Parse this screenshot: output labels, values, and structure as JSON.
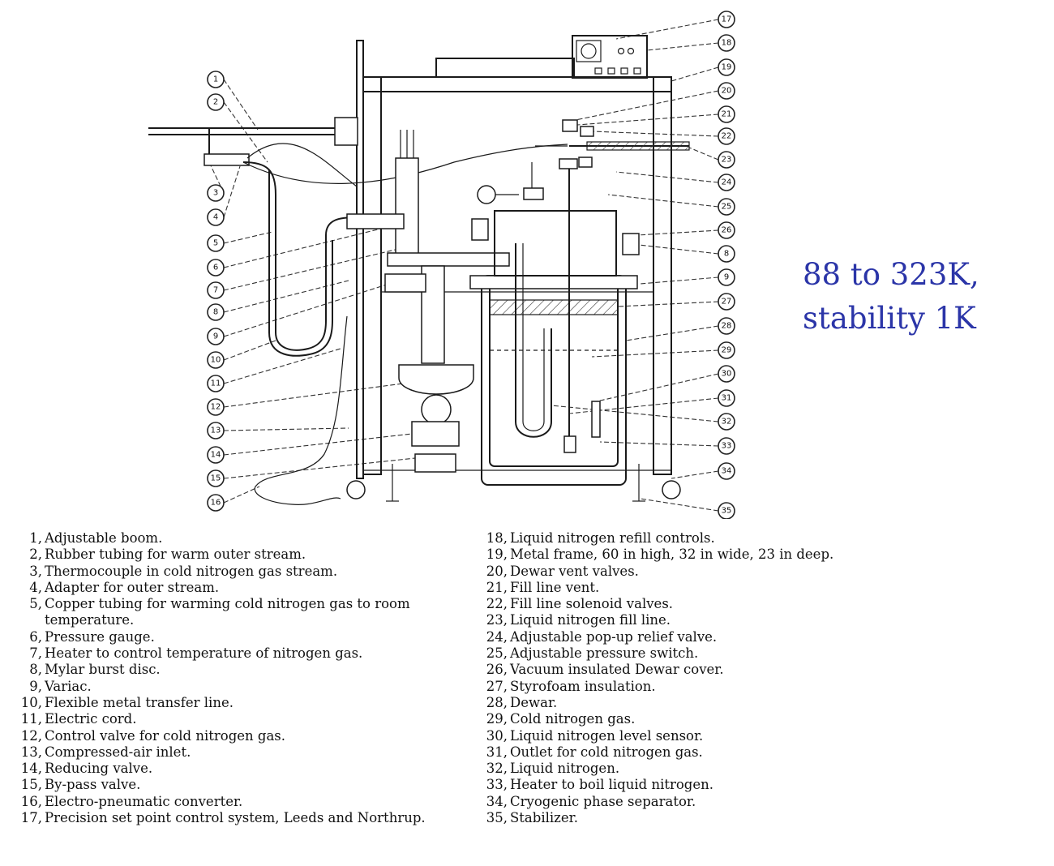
{
  "annotation": {
    "line1": "88 to 323K,",
    "line2": "stability 1K"
  },
  "callouts_left": [
    "1",
    "2",
    "3",
    "4",
    "5",
    "6",
    "7",
    "8",
    "9",
    "10",
    "11",
    "12",
    "13",
    "14",
    "15",
    "16"
  ],
  "callouts_right": [
    "17",
    "18",
    "19",
    "20",
    "21",
    "22",
    "23",
    "24",
    "25",
    "26",
    "8",
    "9",
    "27",
    "28",
    "29",
    "30",
    "31",
    "32",
    "33",
    "34",
    "35"
  ],
  "legend_left": [
    {
      "num": "1,",
      "text": "Adjustable boom."
    },
    {
      "num": "2,",
      "text": "Rubber tubing for warm outer stream."
    },
    {
      "num": "3,",
      "text": "Thermocouple in cold nitrogen gas stream."
    },
    {
      "num": "4,",
      "text": "Adapter for outer stream."
    },
    {
      "num": "5,",
      "text": "Copper tubing for warming cold nitrogen gas to room temperature."
    },
    {
      "num": "6,",
      "text": "Pressure gauge."
    },
    {
      "num": "7,",
      "text": "Heater to control temperature of nitrogen gas."
    },
    {
      "num": "8,",
      "text": "Mylar burst disc."
    },
    {
      "num": "9,",
      "text": "Variac."
    },
    {
      "num": "10,",
      "text": "Flexible metal transfer line."
    },
    {
      "num": "11,",
      "text": "Electric cord."
    },
    {
      "num": "12,",
      "text": "Control valve for cold nitrogen gas."
    },
    {
      "num": "13,",
      "text": "Compressed-air inlet."
    },
    {
      "num": "14,",
      "text": "Reducing valve."
    },
    {
      "num": "15,",
      "text": "By-pass valve."
    },
    {
      "num": "16,",
      "text": "Electro-pneumatic converter."
    },
    {
      "num": "17,",
      "text": "Precision set point control system, Leeds and Northrup."
    }
  ],
  "legend_right": [
    {
      "num": "18,",
      "text": "Liquid nitrogen refill controls."
    },
    {
      "num": "19,",
      "text": "Metal frame, 60 in high, 32 in wide, 23 in deep."
    },
    {
      "num": "20,",
      "text": "Dewar vent valves."
    },
    {
      "num": "21,",
      "text": "Fill line vent."
    },
    {
      "num": "22,",
      "text": "Fill line solenoid valves."
    },
    {
      "num": "23,",
      "text": "Liquid nitrogen fill line."
    },
    {
      "num": "24,",
      "text": "Adjustable pop-up relief valve."
    },
    {
      "num": "25,",
      "text": "Adjustable pressure switch."
    },
    {
      "num": "26,",
      "text": "Vacuum insulated Dewar cover."
    },
    {
      "num": "27,",
      "text": "Styrofoam insulation."
    },
    {
      "num": "28,",
      "text": "Dewar."
    },
    {
      "num": "29,",
      "text": "Cold nitrogen gas."
    },
    {
      "num": "30,",
      "text": "Liquid nitrogen level sensor."
    },
    {
      "num": "31,",
      "text": "Outlet for cold nitrogen gas."
    },
    {
      "num": "32,",
      "text": "Liquid nitrogen."
    },
    {
      "num": "33,",
      "text": "Heater to boil liquid nitrogen."
    },
    {
      "num": "34,",
      "text": "Cryogenic phase separator."
    },
    {
      "num": "35,",
      "text": "Stabilizer."
    }
  ]
}
